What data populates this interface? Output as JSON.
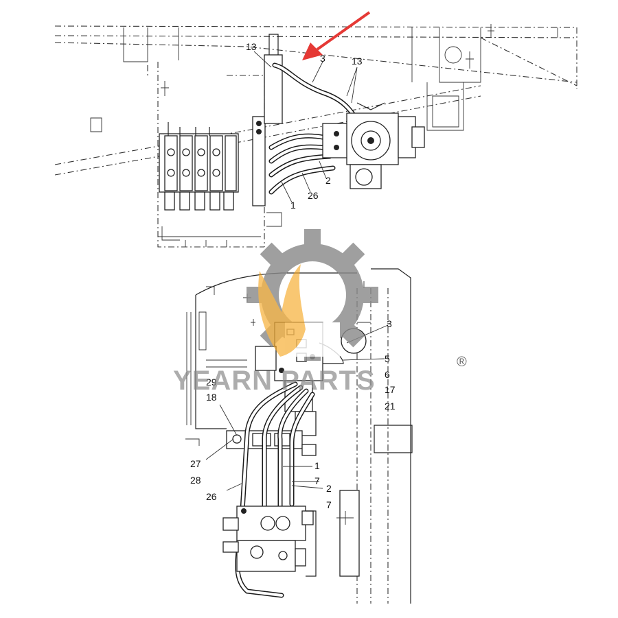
{
  "diagram": {
    "upper_view": {
      "callouts": [
        "13",
        "3",
        "13",
        "2",
        "26",
        "1"
      ]
    },
    "lower_view": {
      "callouts": [
        "3",
        "5",
        "6",
        "17",
        "21",
        "29",
        "18",
        "27",
        "28",
        "26",
        "1",
        "7",
        "2",
        "7"
      ]
    },
    "highlight_arrow": {
      "color": "#e53935",
      "target": "hose-3"
    }
  },
  "watermark": {
    "text": "YEARN PARTS",
    "registered_mark": "®",
    "gear_color": "#8a8a8a",
    "flame_color": "#f5a623"
  }
}
